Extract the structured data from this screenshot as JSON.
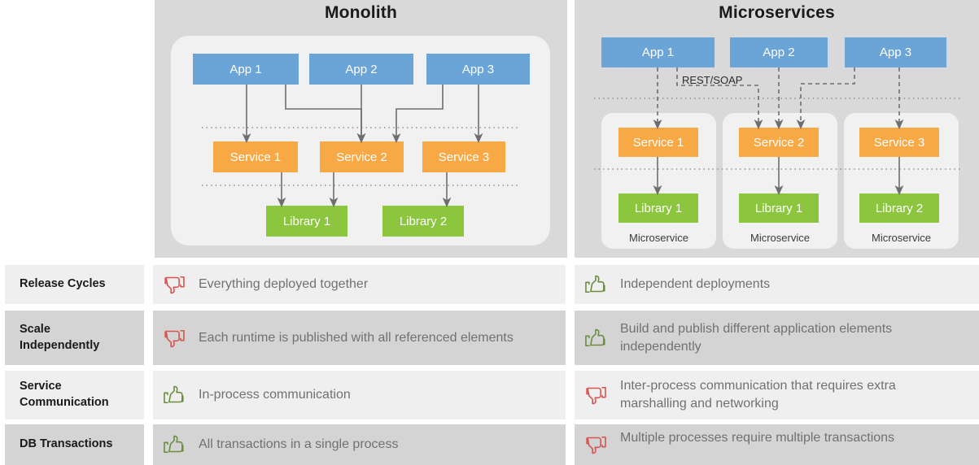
{
  "colors": {
    "app": "#6ba5d7",
    "service": "#f9a846",
    "library": "#8cc63f",
    "panel_bg": "#d9d9d9",
    "card_bg": "#f1f1f1",
    "row_light": "#efefef",
    "row_dark": "#d4d4d4",
    "thumbs_up": "#6b8e3e",
    "thumbs_down": "#d9534f",
    "arrow": "#6e6e6e"
  },
  "panels": [
    {
      "id": "monolith",
      "title": "Monolith",
      "apps": [
        "App 1",
        "App 2",
        "App 3"
      ],
      "services": [
        "Service 1",
        "Service 2",
        "Service 3"
      ],
      "libraries": [
        "Library 1",
        "Library 2"
      ]
    },
    {
      "id": "microservices",
      "title": "Microservices",
      "apps": [
        "App 1",
        "App 2",
        "App 3"
      ],
      "connector_label": "REST/SOAP",
      "groups": [
        {
          "service": "Service 1",
          "library": "Library 1",
          "caption": "Microservice"
        },
        {
          "service": "Service 2",
          "library": "Library 1",
          "caption": "Microservice"
        },
        {
          "service": "Service 3",
          "library": "Library 2",
          "caption": "Microservice"
        }
      ]
    }
  ],
  "comparison": {
    "rows": [
      {
        "label": "Release Cycles",
        "monolith": {
          "verdict": "thumbs-down",
          "text": "Everything deployed together"
        },
        "microservices": {
          "verdict": "thumbs-up",
          "text": "Independent deployments"
        }
      },
      {
        "label": "Scale Independently",
        "monolith": {
          "verdict": "thumbs-down",
          "text": "Each runtime is published with all referenced elements"
        },
        "microservices": {
          "verdict": "thumbs-up",
          "text": "Build and publish different application elements independently"
        }
      },
      {
        "label": "Service Communication",
        "monolith": {
          "verdict": "thumbs-up",
          "text": "In-process communication"
        },
        "microservices": {
          "verdict": "thumbs-down",
          "text": "Inter-process communication that requires extra marshalling and networking"
        }
      },
      {
        "label": "DB Transactions",
        "monolith": {
          "verdict": "thumbs-up",
          "text": "All transactions in a single process"
        },
        "microservices": {
          "verdict": "thumbs-down",
          "text": "Multiple processes require multiple transactions"
        }
      }
    ]
  }
}
